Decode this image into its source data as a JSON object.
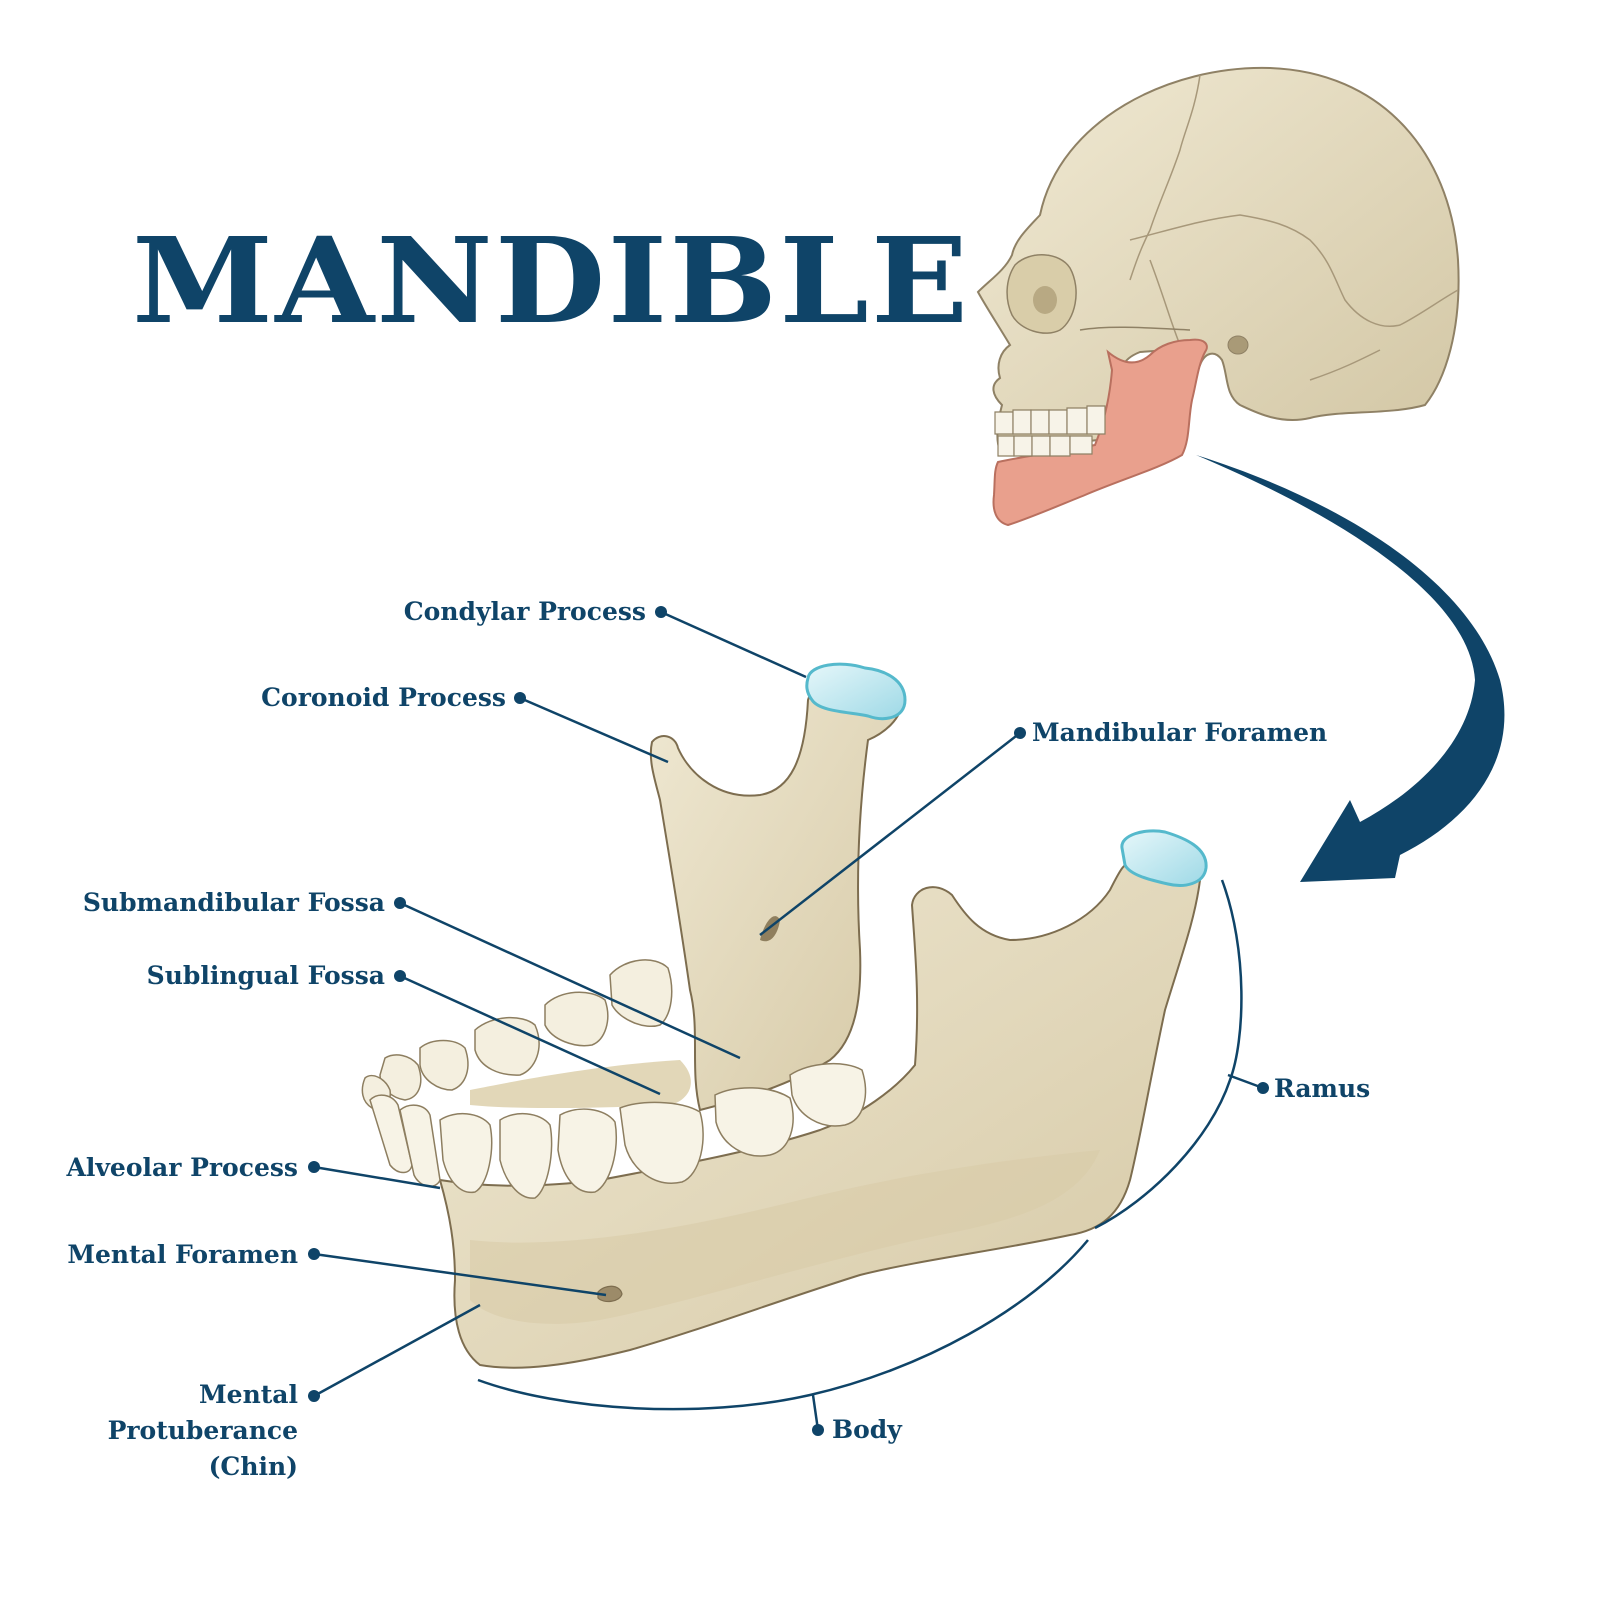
{
  "title": "MANDIBLE",
  "colors": {
    "accent": "#0f4468",
    "bone": "#e8dfc4",
    "bone_shadow": "#c9bb98",
    "bone_outline": "#8a7a5c",
    "cartilage": "#a9e1ec",
    "cartilage_outline": "#55b9cc",
    "highlight_mandible": "#e9a08d",
    "background": "#ffffff"
  },
  "labels": {
    "condylar_process": "Condylar Process",
    "coronoid_process": "Coronoid Process",
    "mandibular_foramen": "Mandibular Foramen",
    "submandibular_fossa": "Submandibular Fossa",
    "sublingual_fossa": "Sublingual Fossa",
    "alveolar_process": "Alveolar Process",
    "mental_foramen": "Mental Foramen",
    "mental_protuberance_line1": "Mental",
    "mental_protuberance_line2": "Protuberance",
    "mental_protuberance_line3": "(Chin)",
    "ramus": "Ramus",
    "body": "Body"
  },
  "illustrations": {
    "skull": "skull-lateral-view-with-highlighted-mandible",
    "arrow": "curved-arrow-pointing-to-detailed-mandible",
    "mandible": "mandible-three-quarter-view-with-teeth"
  }
}
